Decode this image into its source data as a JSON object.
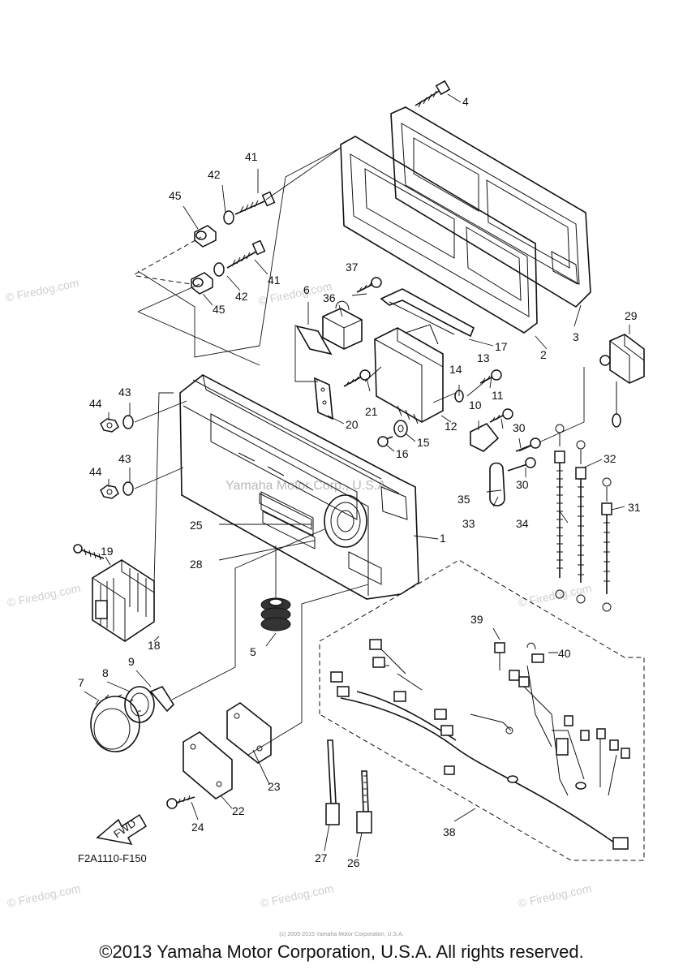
{
  "diagram": {
    "code": "F2A1110-F150",
    "fwd_label": "FWD",
    "watermark_center": "Yamaha Motor Corp., U.S.A.",
    "watermark_side": "© Firedog.com",
    "watermark_repeat": "© Firedog.com",
    "callouts": [
      "1",
      "2",
      "3",
      "4",
      "5",
      "6",
      "7",
      "8",
      "9",
      "10",
      "11",
      "12",
      "13",
      "14",
      "15",
      "16",
      "17",
      "18",
      "19",
      "20",
      "21",
      "22",
      "23",
      "24",
      "25",
      "26",
      "27",
      "28",
      "29",
      "30",
      "30",
      "31",
      "32",
      "33",
      "34",
      "35",
      "36",
      "37",
      "38",
      "39",
      "40",
      "41",
      "41",
      "42",
      "42",
      "43",
      "43",
      "44",
      "44",
      "45",
      "45"
    ]
  },
  "footer": {
    "tiny_text": "(c) 2005-2015 Yamaha Motor Corporation, U.S.A.",
    "copyright": "©2013 Yamaha Motor Corporation, U.S.A. All rights reserved."
  }
}
